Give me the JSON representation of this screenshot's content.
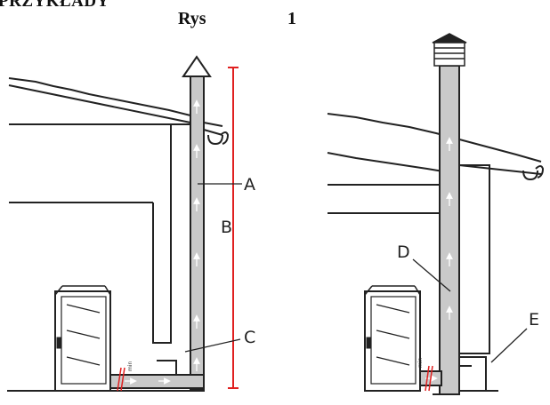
{
  "header": {
    "section": "PRZYKŁADY",
    "figure_label": "Rys",
    "figure_number": "1"
  },
  "labels": {
    "a": "A",
    "b": "B",
    "c": "C",
    "d": "D",
    "e": "E"
  },
  "colors": {
    "pipe_fill": "#c9c9c9",
    "line": "#222222",
    "measure": "#e02020"
  }
}
